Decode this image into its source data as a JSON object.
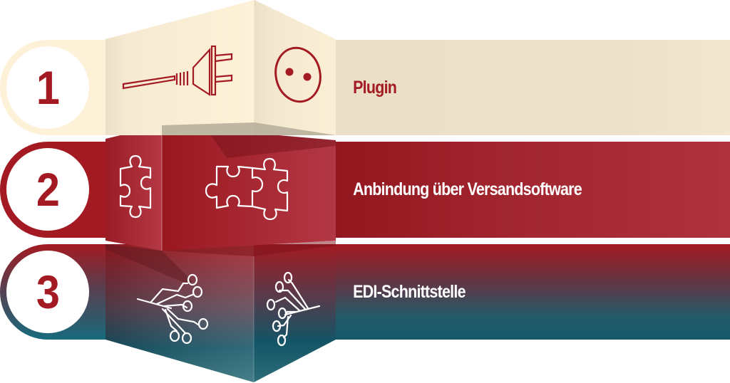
{
  "diagram": {
    "title": "",
    "steps": [
      {
        "number": "1",
        "label": "Plugin",
        "icon": "plug-and-socket-icon"
      },
      {
        "number": "2",
        "label": "Anbindung über Versandsoftware",
        "icon": "puzzle-pieces-icon"
      },
      {
        "number": "3",
        "label": "EDI-Schnittstelle",
        "icon": "circuit-icon"
      }
    ]
  },
  "colors": {
    "brand_red": "#a31a22",
    "cream": "#fdf1d8",
    "cream_band": "#ece0c8",
    "teal": "#176a7d",
    "white": "#ffffff"
  }
}
